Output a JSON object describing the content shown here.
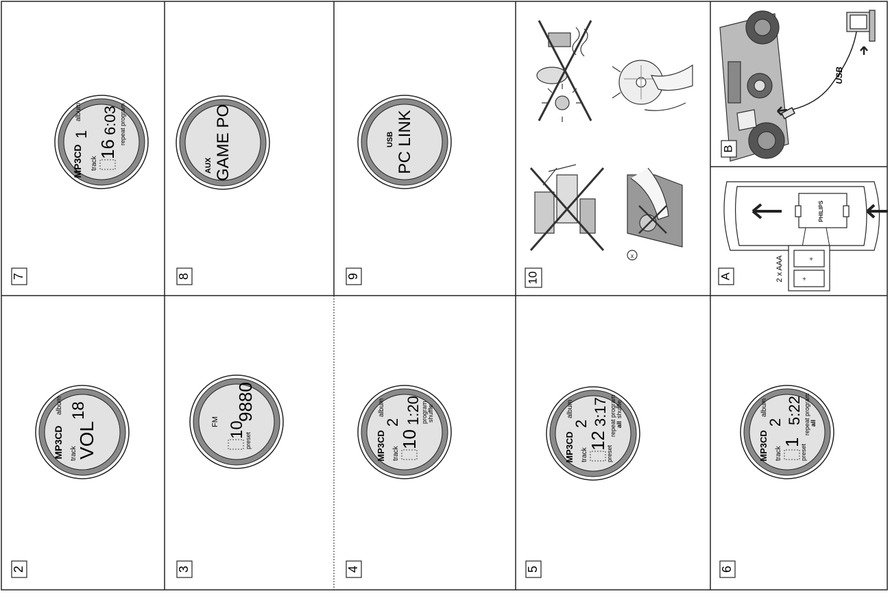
{
  "panels": {
    "p7": {
      "number": "7",
      "brand": "MP3CD",
      "album": "album",
      "album_digit": "1",
      "track": "track",
      "track_digits": "16",
      "time": "6:03",
      "status": "repeat program"
    },
    "p8": {
      "number": "8",
      "source": "AUX",
      "text": "GAME PO"
    },
    "p9": {
      "number": "9",
      "source": "USB",
      "text": "PC LINK"
    },
    "p10": {
      "number": "10"
    },
    "pA": {
      "letter": "A",
      "batteries": "2 x AAA",
      "remote_brand": "PHILIPS"
    },
    "pB": {
      "letter": "B",
      "cable": "USB"
    },
    "p2": {
      "number": "2",
      "brand": "MP3CD",
      "track": "track",
      "album": "album",
      "text": "VOL",
      "value": "18"
    },
    "p3": {
      "number": "3",
      "band": "FM",
      "preset": "preset",
      "preset_digits": "10",
      "freq": "9880"
    },
    "p4": {
      "number": "4",
      "brand": "MP3CD",
      "album": "album",
      "album_digit": "2",
      "track": "track",
      "track_digits": "10",
      "time": "1:20",
      "status1": "program",
      "status2": "shuffle"
    },
    "p5": {
      "number": "5",
      "brand": "MP3CD",
      "album": "album",
      "album_digit": "2",
      "track": "track",
      "track_digits": "12",
      "preset": "preset",
      "time": "3:17",
      "status1": "repeat program",
      "status2a": "all",
      "status2b": "shuffle"
    },
    "p6": {
      "number": "6",
      "brand": "MP3CD",
      "album": "album",
      "album_digit": "2",
      "track": "track",
      "track_digits": "1",
      "preset": "preset",
      "time": "5:22",
      "status1": "repeat program",
      "status2": "all"
    }
  }
}
